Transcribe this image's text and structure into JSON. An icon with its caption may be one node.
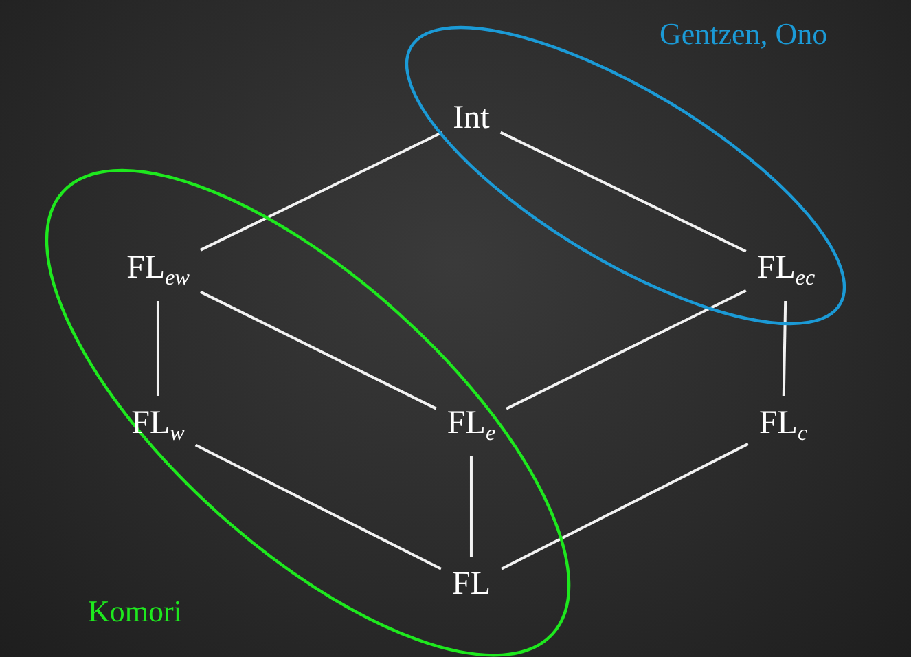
{
  "diagram": {
    "nodes": [
      {
        "text": [
          "Gentzen, Ono"
        ]
      },
      {
        "text": [
          "Int"
        ],
        "in": 0
      },
      {
        "text": [
          "Komori"
        ]
      },
      {
        "text": [
          "FL$_{ew}$"
        ],
        "in": 2
      },
      {
        "text": [
          "FL$_{ec}$"
        ],
        "in": 0
      },
      {
        "text": [
          "FL$_{w}$"
        ],
        "in": 2
      },
      {
        "text": [
          "FL$_{e}$"
        ],
        "in": 2
      },
      {
        "text": [
          "FL$_{c}$"
        ]
      },
      {
        "text": [
          "FL"
        ],
        "in": 2
      }
    ],
    "edges": [
      {
        "from": 1,
        "to": 3,
        "arrow": "none"
      },
      {
        "from": 1,
        "to": 4,
        "arrow": "none"
      },
      {
        "from": 3,
        "to": 5,
        "arrow": "none"
      },
      {
        "from": 3,
        "to": 6,
        "arrow": "none"
      },
      {
        "from": 4,
        "to": 6,
        "arrow": "none"
      },
      {
        "from": 4,
        "to": 7,
        "arrow": "none"
      },
      {
        "from": 5,
        "to": 8,
        "arrow": "none"
      },
      {
        "from": 6,
        "to": 8,
        "arrow": "none"
      },
      {
        "from": 7,
        "to": 8,
        "arrow": "none"
      }
    ]
  }
}
